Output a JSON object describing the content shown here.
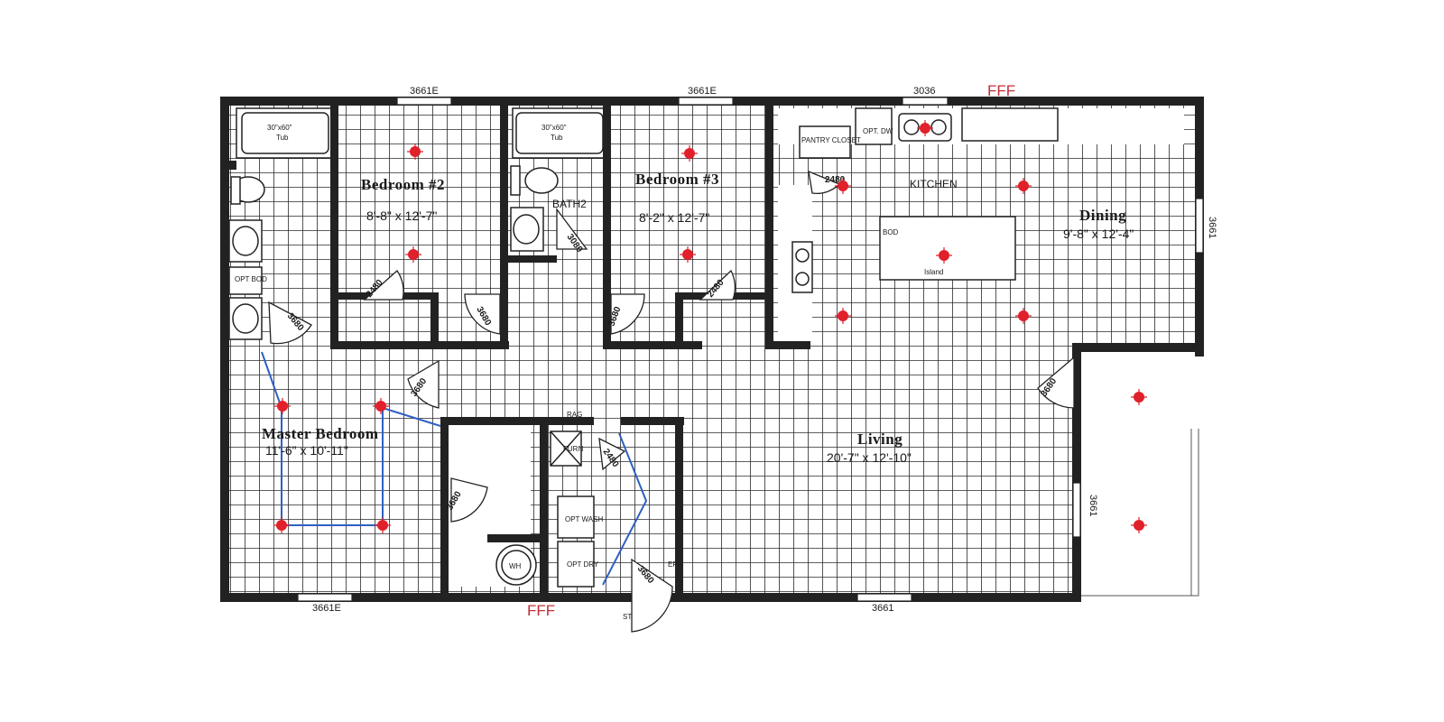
{
  "rooms": {
    "bedroom2": {
      "name": "Bedroom #2",
      "size": "8'-8\" x 12'-7\""
    },
    "bedroom3": {
      "name": "Bedroom #3",
      "size": "8'-2\" x 12'-7\""
    },
    "master": {
      "name": "Master Bedroom",
      "size": "11'-6\" x 10'-11\""
    },
    "living": {
      "name": "Living",
      "size": "20'-7\" x 12'-10\""
    },
    "dining": {
      "name": "Dining",
      "size": "9'-8\" x 12'-4\""
    },
    "kitchen": {
      "name": "KITCHEN"
    },
    "bath2": {
      "name": "BATH2"
    }
  },
  "windows": {
    "bed2_top": "3661E",
    "bed3_top": "3661E",
    "kitchen_top": "3036",
    "master_bottom": "3661E",
    "living_bottom": "3661",
    "dining_right": "3661",
    "living_right": "3661"
  },
  "doors": {
    "bed2_closet": "2480",
    "bed2_entry": "3680",
    "bath2": "3080",
    "bed3_entry": "3680",
    "bed3_closet": "2480",
    "master_bath": "3680",
    "master_entry": "3680",
    "wic": "3680",
    "utility": "2480",
    "front": "3680",
    "pantry": "2480",
    "rear": "3680"
  },
  "fixtures": {
    "tub1": "30\"x60\"",
    "tub1_sub": "Tub",
    "tub2": "30\"x60\"",
    "tub2_sub": "Tub",
    "opt_bod": "OPT BOD",
    "pantry": "PANTRY CLOSET",
    "dw": "OPT. DW",
    "island": "Island",
    "island_bod": "BOD",
    "rag": "RAG",
    "furn": "FURN",
    "opt_wash": "OPT WASH",
    "opt_dry": "OPT DRY",
    "wh": "WH",
    "ep": "EP",
    "step": "ST"
  },
  "marks": {
    "fff_top": "FFF",
    "fff_bottom": "FFF"
  },
  "colors": {
    "wall": "#222222",
    "grid": "#2a2a2a",
    "marker": "#e0202a",
    "route": "#2f5fc4",
    "fff": "#c0303a"
  },
  "markers": [
    {
      "room": "bedroom2",
      "count": 2
    },
    {
      "room": "bedroom3",
      "count": 2
    },
    {
      "room": "kitchen",
      "count": 3
    },
    {
      "room": "dining",
      "count": 2
    },
    {
      "room": "living",
      "count": 2
    },
    {
      "room": "master",
      "count": 4
    },
    {
      "room": "porch",
      "count": 2
    }
  ]
}
